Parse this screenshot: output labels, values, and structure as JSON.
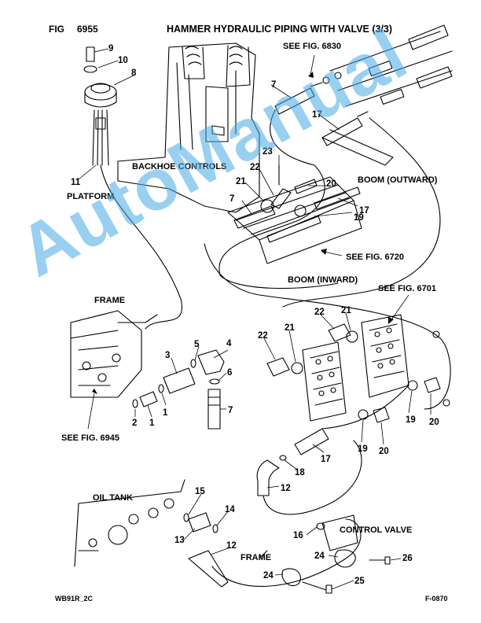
{
  "header": {
    "fig_label": "FIG",
    "fig_number": "6955",
    "title": "HAMMER HYDRAULIC PIPING WITH VALVE (3/3)"
  },
  "labels": {
    "see_fig_6830": "SEE FIG. 6830",
    "backhoe_controls": "BACKHOE CONTROLS",
    "boom_outward": "BOOM (OUTWARD)",
    "platform": "PLATFORM",
    "see_fig_6720": "SEE FIG. 6720",
    "boom_inward": "BOOM (INWARD)",
    "frame_upper": "FRAME",
    "see_fig_6701": "SEE FIG. 6701",
    "see_fig_6945": "SEE FIG. 6945",
    "oil_tank": "OIL TANK",
    "control_valve": "CONTROL VALVE",
    "frame_lower": "FRAME"
  },
  "callouts": [
    "9",
    "10",
    "8",
    "11",
    "7",
    "17",
    "23",
    "22",
    "21",
    "20",
    "7",
    "19",
    "17",
    "4",
    "5",
    "3",
    "6",
    "1",
    "1",
    "2",
    "7",
    "22",
    "21",
    "22",
    "21",
    "19",
    "20",
    "19",
    "20",
    "17",
    "18",
    "12",
    "15",
    "14",
    "13",
    "12",
    "16",
    "24",
    "26",
    "24",
    "25"
  ],
  "footer": {
    "left": "WB91R_2C",
    "right": "F-0870"
  },
  "watermark": "AutoManual",
  "colors": {
    "line": "#000000",
    "watermark": "#46aae6"
  }
}
